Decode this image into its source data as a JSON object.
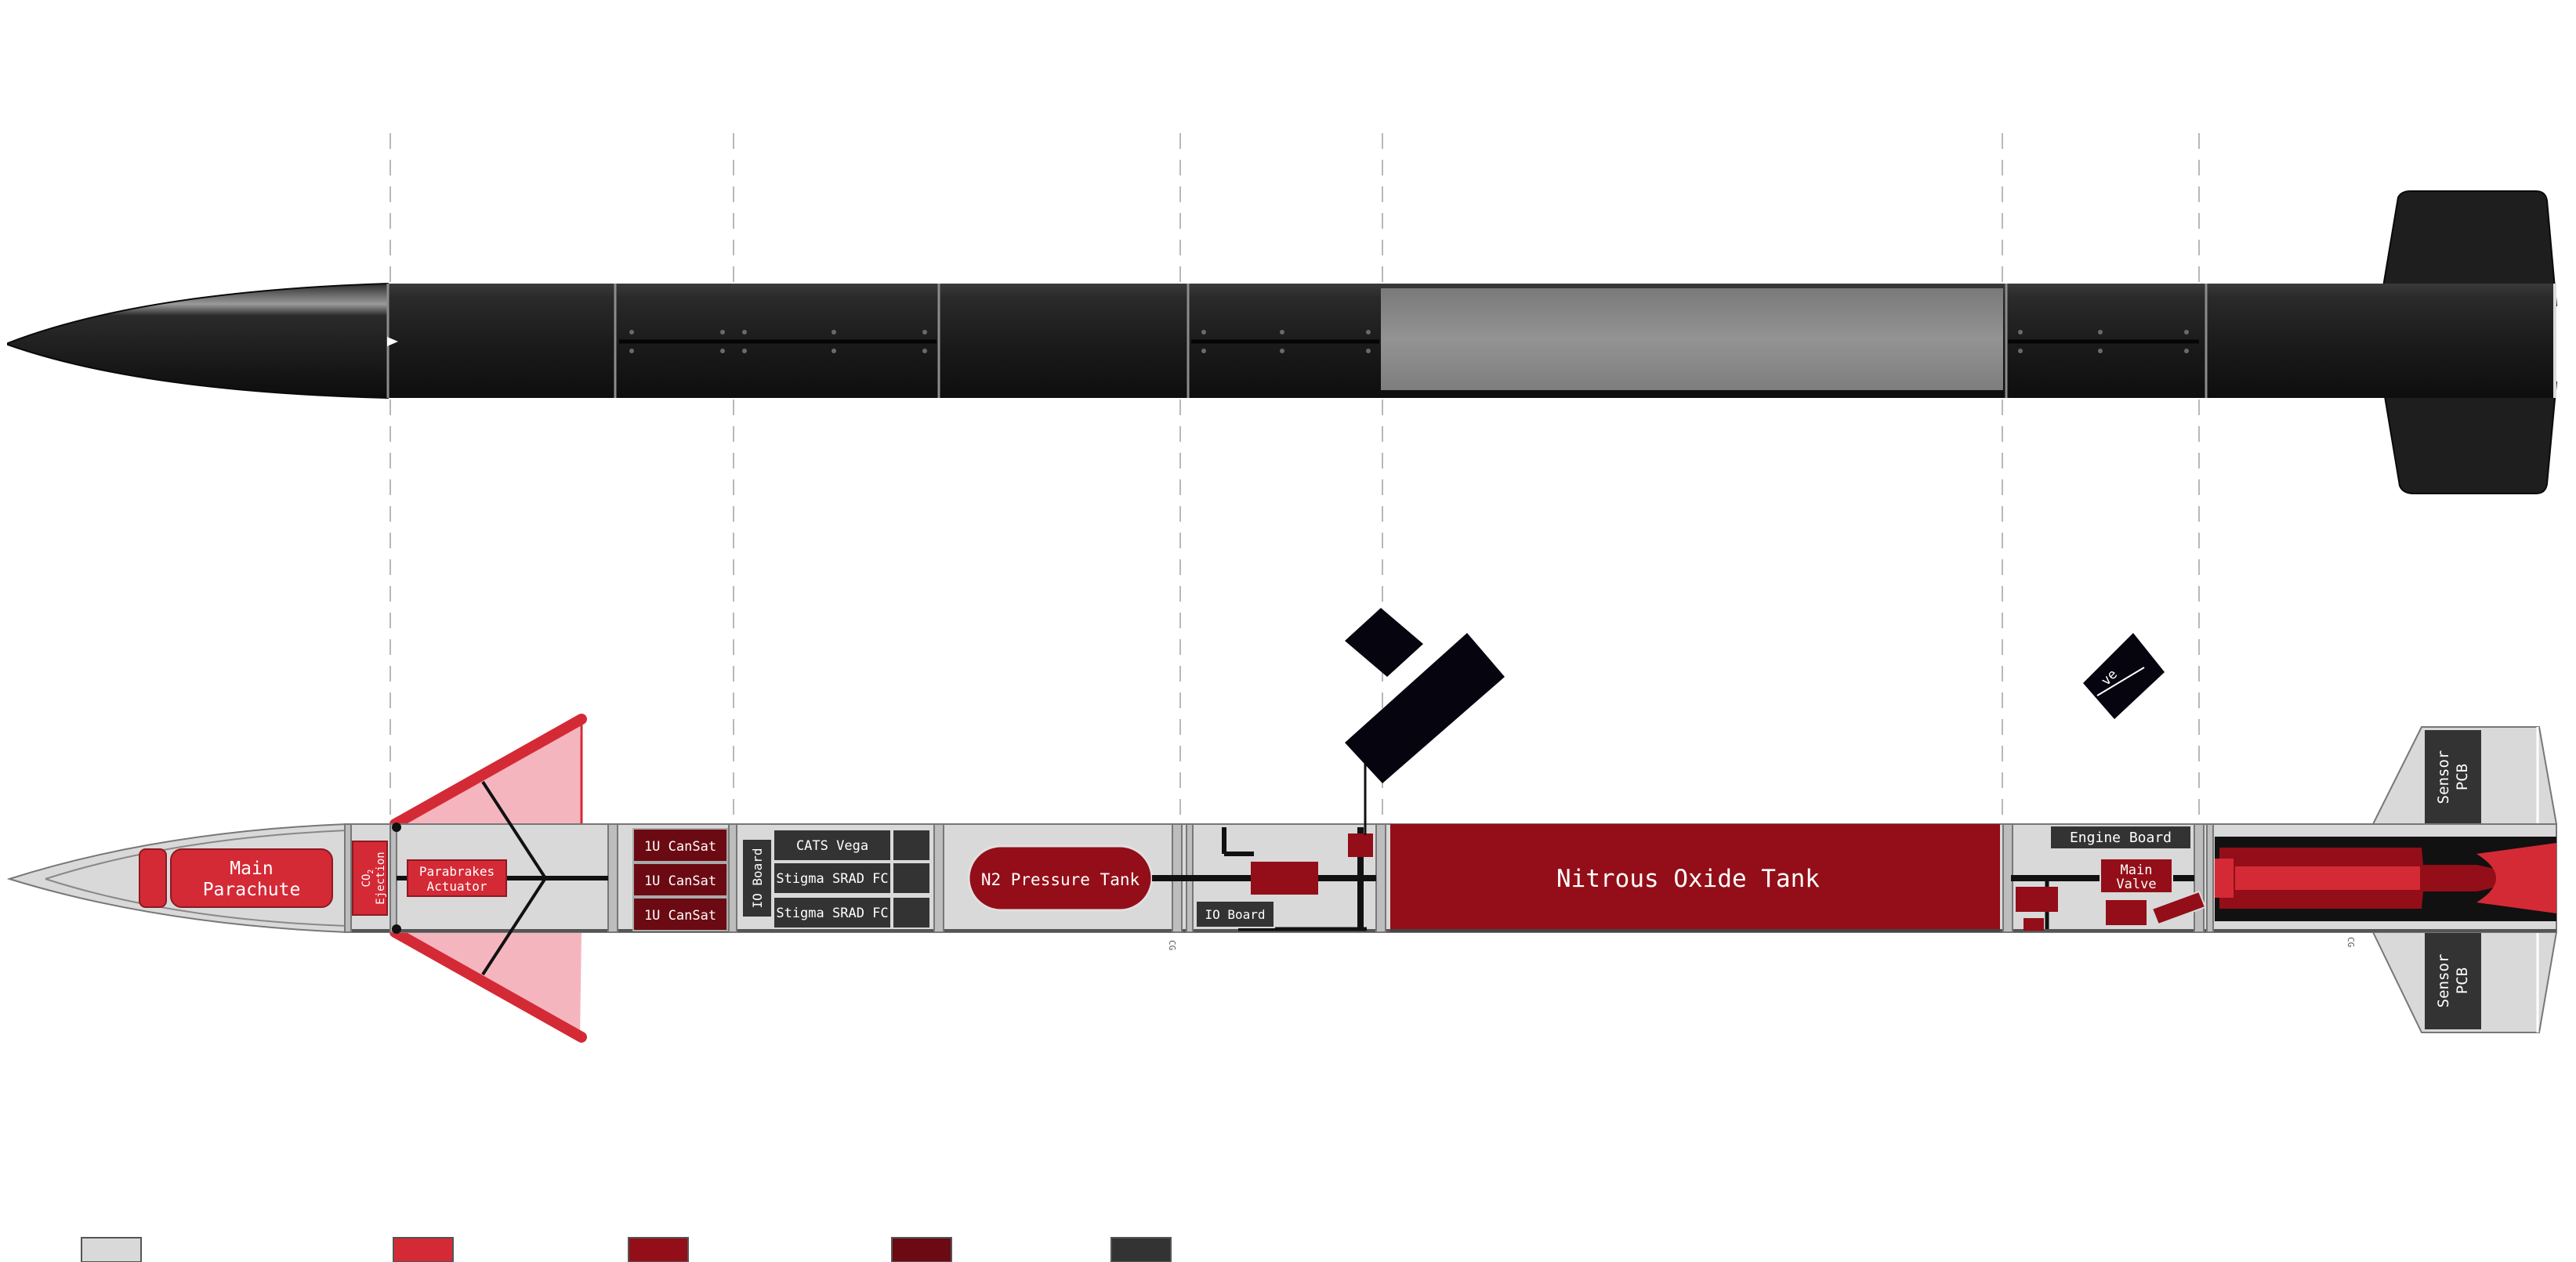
{
  "labels": {
    "main_parachute_1": "Main",
    "main_parachute_2": "Parachute",
    "co2_1": "CO",
    "co2_sub": "2",
    "co2_2": "Ejection",
    "parabrakes_1": "Parabrakes",
    "parabrakes_2": "Actuator",
    "cansat_1": "1U CanSat",
    "cansat_2": "1U CanSat",
    "cansat_3": "1U CanSat",
    "io_board_vertical": "IO Board",
    "cats_vega": "CATS Vega",
    "stigma_1": "Stigma SRAD FC",
    "stigma_2": "Stigma SRAD FC",
    "n2_tank": "N2 Pressure Tank",
    "io_board_lower": "IO Board",
    "nitrous_tank": "Nitrous Oxide Tank",
    "engine_board": "Engine Board",
    "main_valve_1": "Main",
    "main_valve_2": "Valve",
    "valve_fragment": "ve",
    "sensor_pcb_top_1": "Sensor",
    "sensor_pcb_top_2": "PCB",
    "sensor_pcb_bottom_1": "Sensor",
    "sensor_pcb_bottom_2": "PCB",
    "cg_mark_1": "CG",
    "cg_mark_2": "CG"
  },
  "legend": {
    "swatches": [
      {
        "color": "#d9d9d9"
      },
      {
        "color": "#d42a36"
      },
      {
        "color": "#930e18"
      },
      {
        "color": "#6b0a12"
      },
      {
        "color": "#333333"
      }
    ]
  },
  "colors": {
    "structure_gray": "#d9d9d9",
    "component_red": "#d42a36",
    "tank_red": "#930e18",
    "dark_red": "#6b0a12",
    "electronics_dark": "#333333",
    "body_black": "#1c1c1c",
    "tank_window_gray": "#8a8a8a",
    "airbrake_fin_pink": "#f5b5bf"
  }
}
